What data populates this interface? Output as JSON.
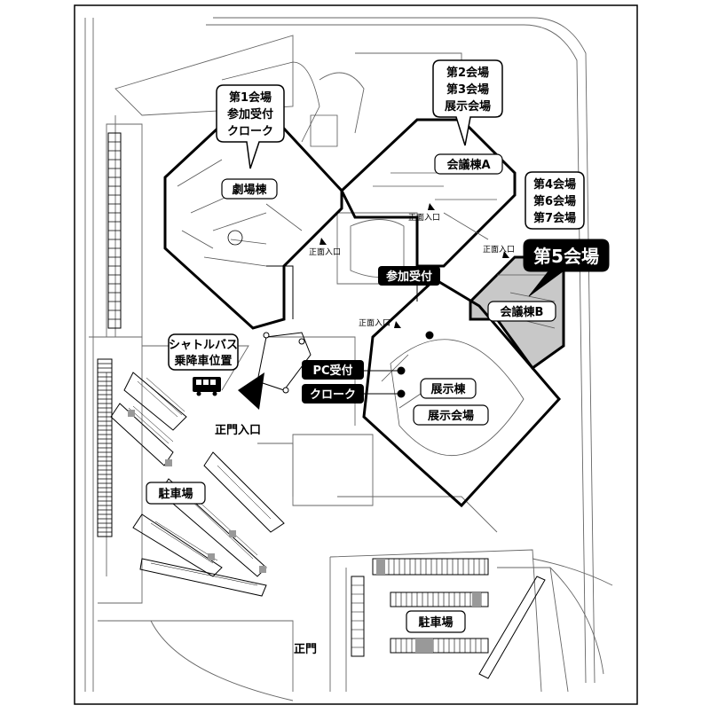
{
  "map": {
    "callouts": {
      "theater_reception": [
        "第1会場",
        "参加受付",
        "クローク"
      ],
      "building_a_rooms": [
        "第2会場",
        "第3会場",
        "展示会場"
      ],
      "building_b_rooms": [
        "第4会場",
        "第6会場",
        "第7会場"
      ],
      "room5": "第5会場",
      "shuttle_bus": [
        "シャトルバス",
        "乗降車位置"
      ]
    },
    "buildings": {
      "theater": "劇場棟",
      "conf_a": "会議棟A",
      "conf_b": "会議棟B",
      "exhibit": "展示棟",
      "exhibit_hall": "展示会場"
    },
    "markers": {
      "reception": "参加受付",
      "pc_reception": "PC受付",
      "cloak": "クローク"
    },
    "entrances": {
      "front_1": "正面入口",
      "front_2": "正面入口",
      "front_3": "正面入口",
      "front_4": "正面入口",
      "main_gate_entrance": "正門入口",
      "main_gate": "正門"
    },
    "parking": {
      "left": "駐車場",
      "bottom": "駐車場"
    },
    "colors": {
      "ink": "#000000",
      "highlight": "#c8c8c8",
      "background": "#ffffff"
    }
  }
}
